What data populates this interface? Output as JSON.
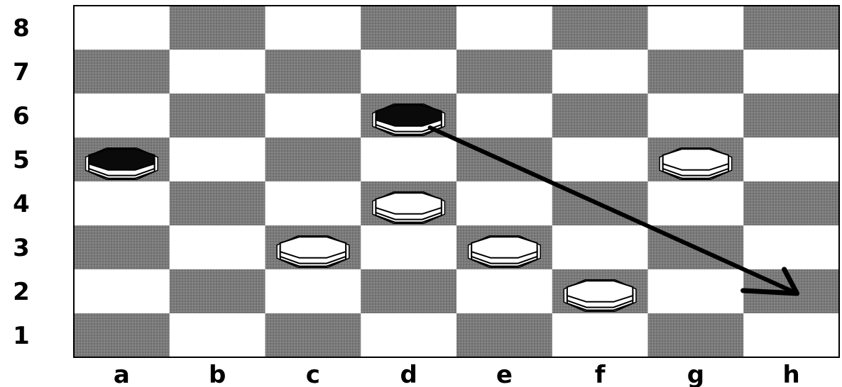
{
  "board": {
    "files": [
      "a",
      "b",
      "c",
      "d",
      "e",
      "f",
      "g",
      "h"
    ],
    "ranks": [
      "8",
      "7",
      "6",
      "5",
      "4",
      "3",
      "2",
      "1"
    ],
    "dark_color": "#7a7a7a",
    "light_color": "#ffffff",
    "border_color": "#000000"
  },
  "pieces": [
    {
      "square": "a5",
      "color": "black"
    },
    {
      "square": "d6",
      "color": "black"
    },
    {
      "square": "g5",
      "color": "white"
    },
    {
      "square": "d4",
      "color": "white"
    },
    {
      "square": "c3",
      "color": "white"
    },
    {
      "square": "e3",
      "color": "white"
    },
    {
      "square": "f2",
      "color": "white"
    }
  ],
  "move_arrow": {
    "from": "d6",
    "to": "h2",
    "color": "#000000"
  }
}
